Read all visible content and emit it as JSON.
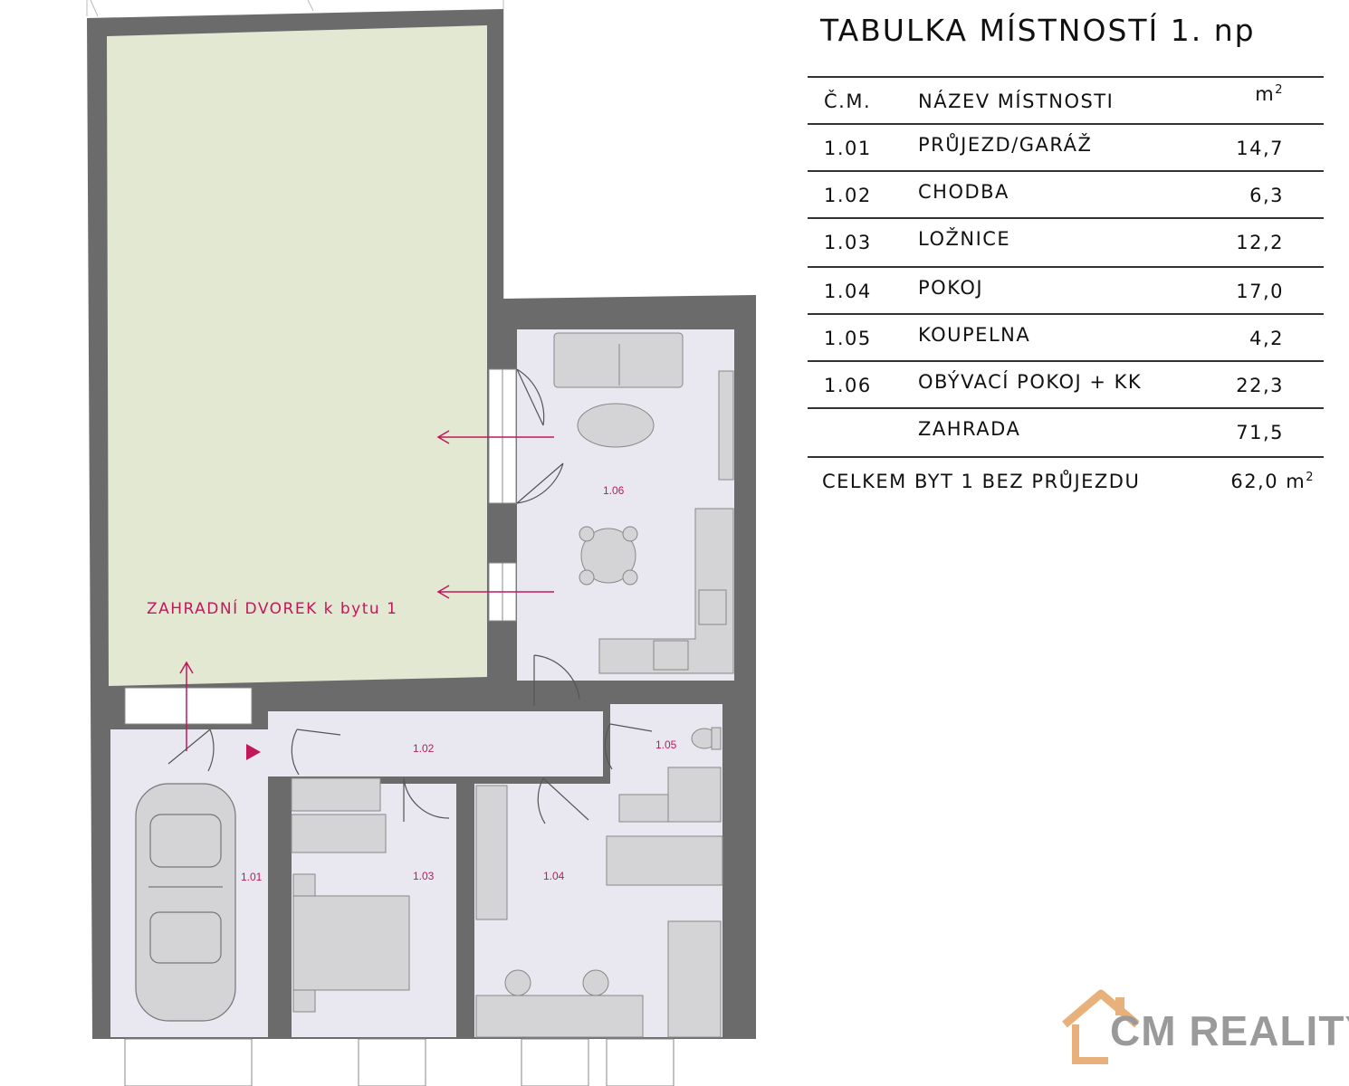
{
  "table": {
    "title": "TABULKA MÍSTNOSTÍ 1. np",
    "header": {
      "num": "Č.M.",
      "name": "NÁZEV MÍSTNOSTI",
      "unit": "m",
      "unit_sup": "2"
    },
    "rows": [
      {
        "num": "1.01",
        "name": "PRŮJEZD/GARÁŽ",
        "area": "14,7"
      },
      {
        "num": "1.02",
        "name": "CHODBA",
        "area": "6,3"
      },
      {
        "num": "1.03",
        "name": "LOŽNICE",
        "area": "12,2"
      },
      {
        "num": "1.04",
        "name": "POKOJ",
        "area": "17,0"
      },
      {
        "num": "1.05",
        "name": "KOUPELNA",
        "area": "4,2"
      },
      {
        "num": "1.06",
        "name": "OBÝVACÍ POKOJ + KK",
        "area": "22,3"
      },
      {
        "num": "",
        "name": "ZAHRADA",
        "area": "71,5"
      }
    ],
    "total": {
      "label": "CELKEM BYT 1 BEZ PRŮJEZDU",
      "area": "62,0 m",
      "unit_sup": "2"
    }
  },
  "plan": {
    "garden_label": "ZAHRADNÍ DVOREK k bytu 1",
    "room_ids": {
      "r101": "1.01",
      "r102": "1.02",
      "r103": "1.03",
      "r104": "1.04",
      "r105": "1.05",
      "r106": "1.06"
    },
    "colors": {
      "wall": "#6b6b6b",
      "garden": "#e3e8d3",
      "room": "#e9e8f1",
      "furniture": "#d4d4d6",
      "accent": "#c2185b"
    }
  },
  "watermark": {
    "text": "CM REALITY",
    "icon": "house-icon"
  }
}
